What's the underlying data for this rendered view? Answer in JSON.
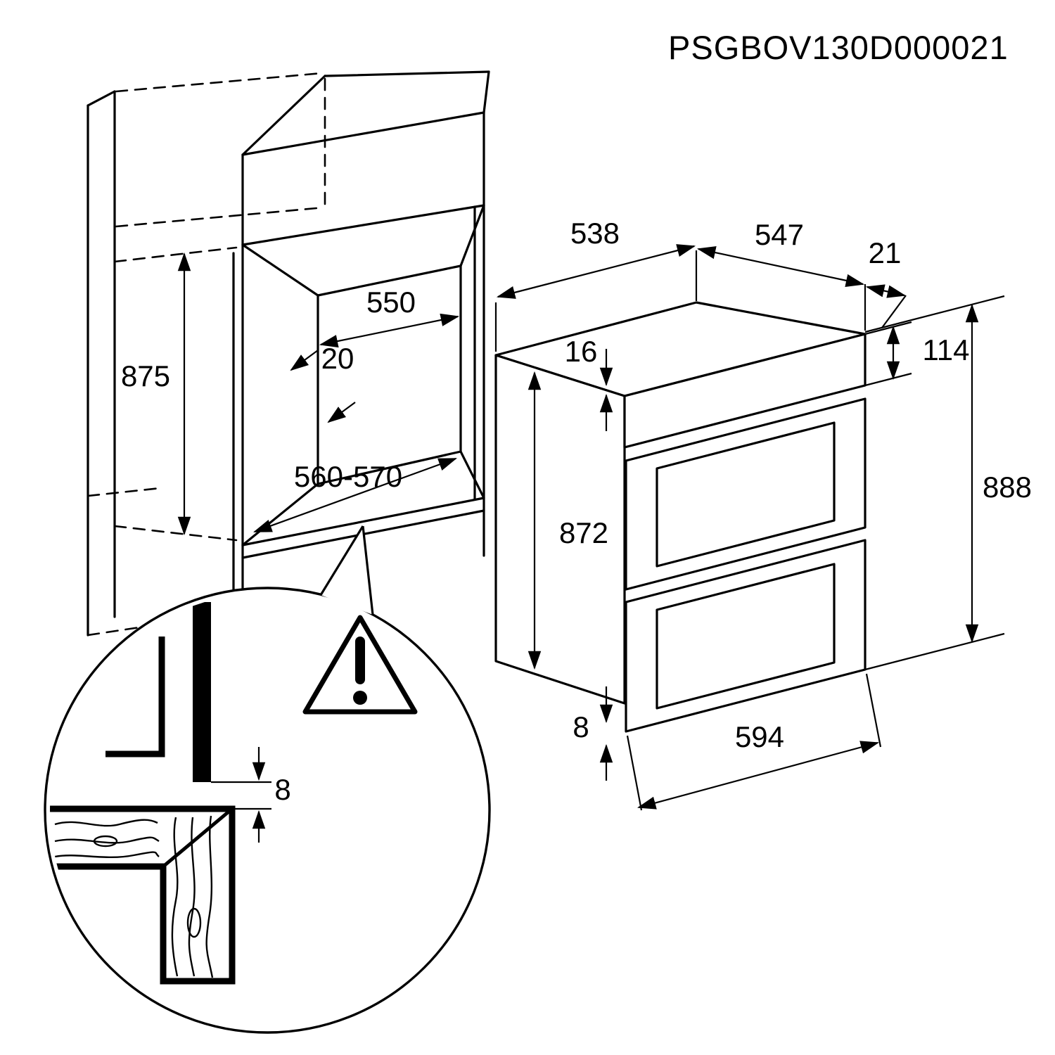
{
  "title": "PSGBOV130D000021",
  "cabinet": {
    "niche_height": "875",
    "niche_width": "550",
    "panel_thickness": "20",
    "niche_depth": "560-570"
  },
  "oven": {
    "depth": "538",
    "top_width": "547",
    "overhang": "21",
    "top_clearance": "16",
    "panel_height": "114",
    "body_height": "872",
    "total_height": "888",
    "bottom_gap": "8",
    "front_width": "594"
  },
  "detail": {
    "rear_gap": "8"
  }
}
